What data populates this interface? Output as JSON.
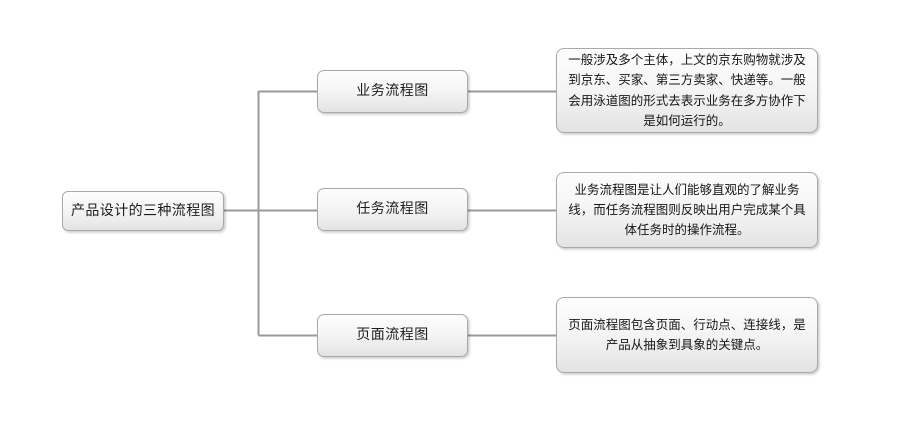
{
  "diagram": {
    "type": "horizontal-tree",
    "background_color": "#ffffff",
    "node_border_color": "#a9a9a9",
    "node_fill_top_color": "#fdfdfd",
    "node_fill_bottom_color": "#e3e3e3",
    "connector_color": "#9a9a9a",
    "text_color": "#1d1d1d",
    "root": {
      "label": "产品设计的三种流程图"
    },
    "branches": [
      {
        "label": "业务流程图",
        "description": "一般涉及多个主体，上文的京东购物就涉及到京东、买家、第三方卖家、快递等。一般会用泳道图的形式去表示业务在多方协作下是如何运行的。"
      },
      {
        "label": "任务流程图",
        "description": "业务流程图是让人们能够直观的了解业务线，而任务流程图则反映出用户完成某个具体任务时的操作流程。"
      },
      {
        "label": "页面流程图",
        "description": "页面流程图包含页面、行动点、连接线，是产品从抽象到具象的关键点。"
      }
    ]
  }
}
